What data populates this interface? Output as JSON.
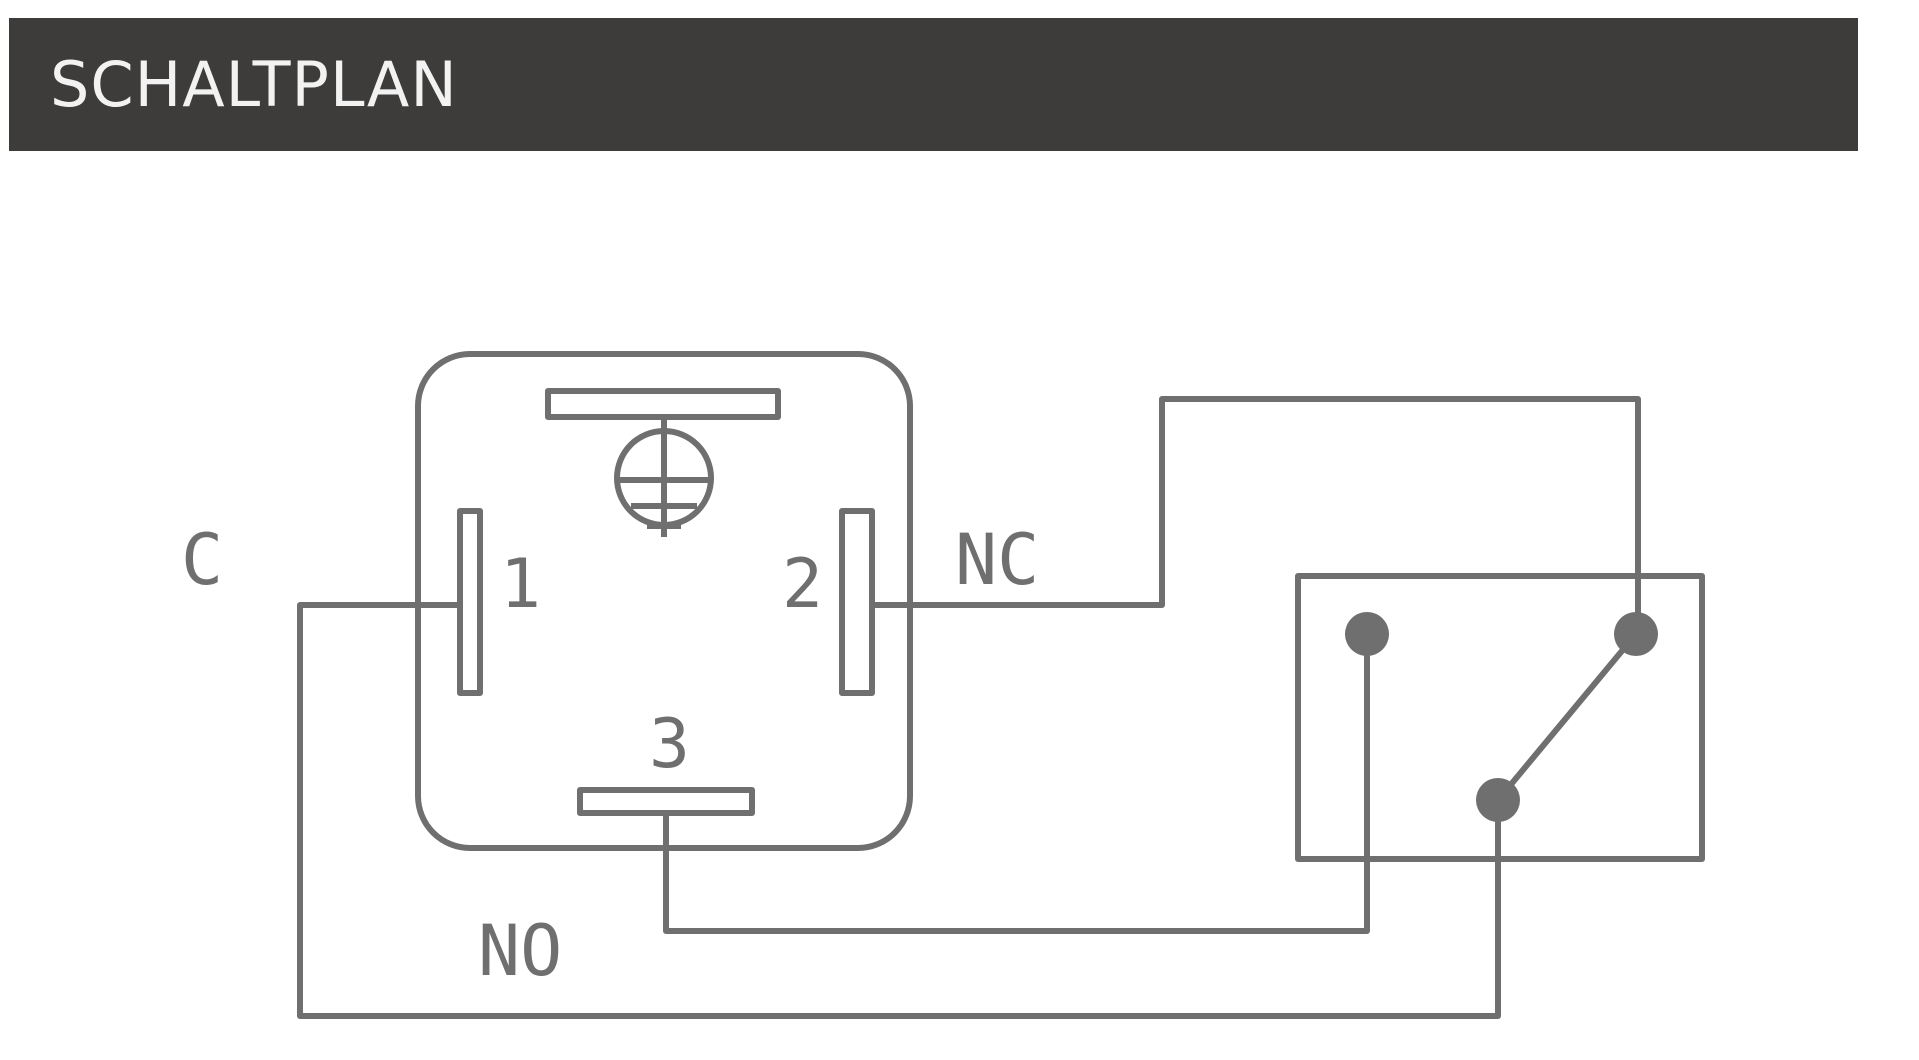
{
  "header": {
    "title": "SCHALTPLAN"
  },
  "diagram": {
    "terminal_labels": {
      "c": "C",
      "nc": "NC",
      "no": "NO"
    },
    "pin_numbers": {
      "pin1": "1",
      "pin2": "2",
      "pin3": "3"
    }
  },
  "colors": {
    "header_background": "#3d3c3a",
    "header_text": "#f2f2f2",
    "line": "#6f6f6f",
    "background": "#ffffff"
  }
}
